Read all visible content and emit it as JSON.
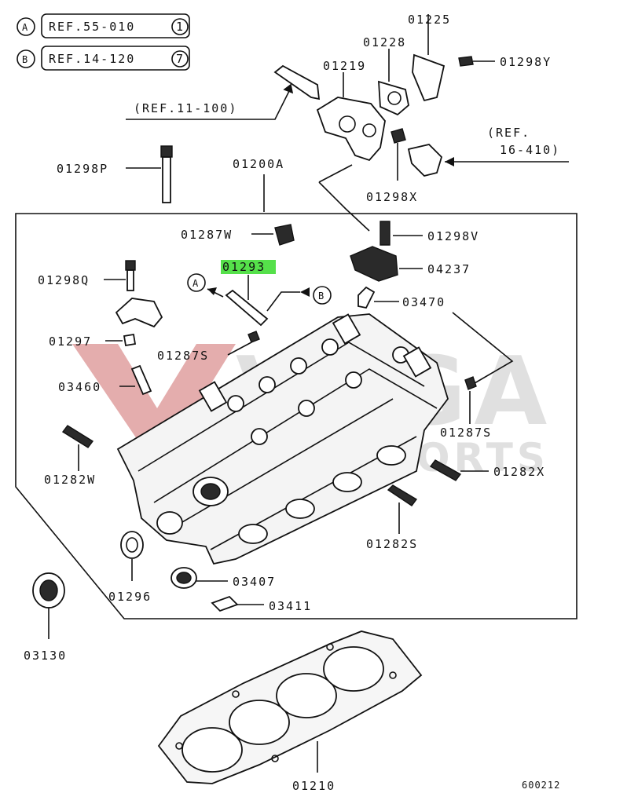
{
  "refs": {
    "a_circle": "A",
    "a_ref": "REF.55-010",
    "a_num": "1",
    "b_circle": "B",
    "b_ref": "REF.14-120",
    "b_num": "7"
  },
  "callouts": {
    "p01225": "01225",
    "p01228": "01228",
    "p01298Y": "01298Y",
    "p01219": "01219",
    "ref11": "(REF.11-100)",
    "ref16a": "(REF.",
    "ref16b": "16-410)",
    "p01298P": "01298P",
    "p01200A": "01200A",
    "p01298X": "01298X",
    "p01287W": "01287W",
    "p01298V": "01298V",
    "p01293": "01293",
    "p04237": "04237",
    "p01298Q": "01298Q",
    "conn_a": "A",
    "conn_b": "B",
    "p03470": "03470",
    "p01297": "01297",
    "p01287S_left": "01287S",
    "p03460": "03460",
    "p01287S_right": "01287S",
    "p01282W": "01282W",
    "p01282X": "01282X",
    "p01282S": "01282S",
    "p03407": "03407",
    "p01296": "01296",
    "p03411": "03411",
    "p03130": "03130",
    "p01210": "01210",
    "diagram_code": "600212"
  },
  "watermark": {
    "brand": "VEGA",
    "subtitle": "MOTORSPORTS"
  },
  "colors": {
    "highlight": "#55e04a",
    "watermark_red": "#d98a8a",
    "watermark_gray": "#d6d6d6"
  }
}
